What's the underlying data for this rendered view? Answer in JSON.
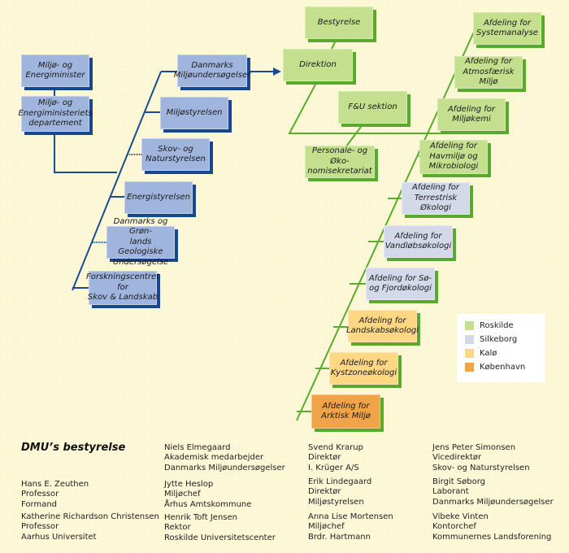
{
  "colors": {
    "background": "#fdf8d8",
    "ministry_box": "#9fb5dd",
    "ministry_shadow": "#18478f",
    "ministry_line": "#1a4c94",
    "dmu_line": "#5aac2c",
    "roskilde": "#c4e08e",
    "silkeborg": "#d4d9ea",
    "kalo": "#fdd784",
    "kobenhavn": "#f0a348"
  },
  "ministry": {
    "minister": "Miljø- og\nEnergiminister",
    "department": "Miljø- og\nEnergiministeriets\ndepartement",
    "agencies": [
      "Danmarks\nMiljøundersøgelser",
      "Miljøstyrelsen",
      "Skov- og\nNaturstyrelsen",
      "Energistyrelsen",
      "Danmarks og Grøn-\nlands Geologiske\nUndersøgelse",
      "Forskningscentret\nfor\nSkov & Landskab"
    ]
  },
  "dmu": {
    "board": "Bestyrelse",
    "management": "Direktion",
    "rd_section": "F&U sektion",
    "secretariat": "Personale- og Øko-\nnomisekretariat",
    "departments": [
      {
        "label": "Afdeling for\nSystemanalyse",
        "location": "Roskilde"
      },
      {
        "label": "Afdeling for\nAtmosfærisk Miljø",
        "location": "Roskilde"
      },
      {
        "label": "Afdeling for\nMiljøkemi",
        "location": "Roskilde"
      },
      {
        "label": "Afdeling for\nHavmiljø og\nMikrobiologi",
        "location": "Roskilde"
      },
      {
        "label": "Afdeling for\nTerrestrisk Økologi",
        "location": "Silkeborg"
      },
      {
        "label": "Afdeling for\nVandløbsøkologi",
        "location": "Silkeborg"
      },
      {
        "label": "Afdeling for Sø-\nog Fjordøkologi",
        "location": "Silkeborg"
      },
      {
        "label": "Afdeling for\nLandskabsøkologi",
        "location": "Kalø"
      },
      {
        "label": "Afdeling for\nKystzoneøkologi",
        "location": "Kalø"
      },
      {
        "label": "Afdeling for\nArktisk Miljø",
        "location": "København"
      }
    ]
  },
  "legend": [
    {
      "label": "Roskilde",
      "color": "#c4e08e"
    },
    {
      "label": "Silkeborg",
      "color": "#d4d9ea"
    },
    {
      "label": "Kalø",
      "color": "#fdd784"
    },
    {
      "label": "København",
      "color": "#f0a348"
    }
  ],
  "board_section": {
    "title": "DMU’s bestyrelse",
    "members": [
      {
        "name": "Hans E. Zeuthen",
        "title": "Professor",
        "org": "Formand"
      },
      {
        "name": "Katherine Richardson Christensen",
        "title": "Professor",
        "org": "Aarhus Universitet"
      },
      {
        "name": "Niels Elmegaard",
        "title": "Akademisk medarbejder",
        "org": "Danmarks Miljøundersøgelser"
      },
      {
        "name": "Jytte Heslop",
        "title": "Miljøchef",
        "org": "Århus Amtskommune"
      },
      {
        "name": "Henrik Toft Jensen",
        "title": "Rektor",
        "org": "Roskilde Universitetscenter"
      },
      {
        "name": "Svend Krarup",
        "title": "Direktør",
        "org": "I. Krüger A/S"
      },
      {
        "name": "Erik Lindegaard",
        "title": "Direktør",
        "org": "Miljøstyrelsen"
      },
      {
        "name": "Anna Lise Mortensen",
        "title": "Miljøchef",
        "org": "Brdr. Hartmann"
      },
      {
        "name": "Jens Peter Simonsen",
        "title": "Vicedirektør",
        "org": "Skov- og Naturstyrelsen"
      },
      {
        "name": "Birgit Søborg",
        "title": "Laborant",
        "org": "Danmarks Miljøundersøgelser"
      },
      {
        "name": "Vibeke Vinten",
        "title": "Kontorchef",
        "org": "Kommunernes Landsforening"
      }
    ]
  }
}
